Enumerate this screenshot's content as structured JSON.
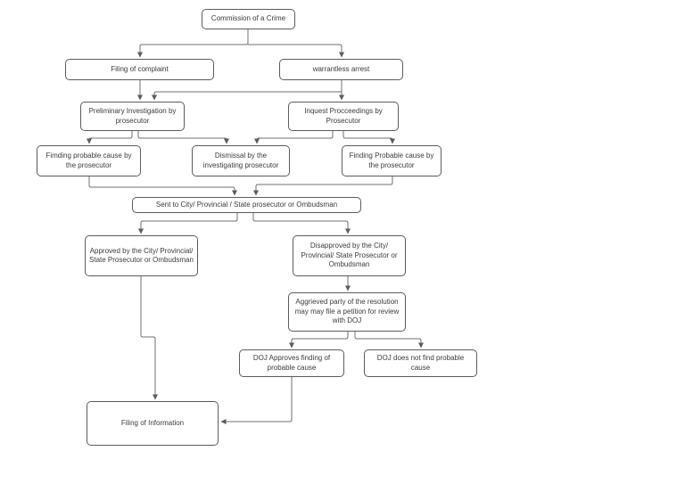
{
  "diagram": {
    "type": "flowchart",
    "subject": "criminal complaint / prosecution process",
    "colors": {
      "background": "#ffffff",
      "node_fill": "#ffffff",
      "node_border": "#5b5c5e",
      "connector": "#707070",
      "text": "#3b3b3b"
    },
    "nodes": {
      "commission": {
        "label": "Commission of a Crime"
      },
      "filing_complaint": {
        "label": "Filing of complaint"
      },
      "warrantless_arrest": {
        "label": "warrantless arrest"
      },
      "preliminary_investigation": {
        "label": "Preliminary Investigation by prosecutor"
      },
      "inquest_proceedings": {
        "label": "Inquest Procceedings by Prosecutor"
      },
      "finding_probable_cause_left": {
        "label": "Fimding probable cause by the prosecutor"
      },
      "dismissal": {
        "label": "Dismissal by the investigating prosecutor"
      },
      "finding_probable_cause_right": {
        "label": "Finding Probable cause by the prosecutor"
      },
      "sent_to_prosecutor": {
        "label": "Sent to City/ Provincial / State prosecutor or Ombudsman"
      },
      "approved": {
        "label": "Approved by the City/ Provincial/ State Prosecutor or Ombudsman"
      },
      "disapproved": {
        "label": "Disapproved by the City/ Provincial/ State Prosecutor or Ombudsman"
      },
      "aggrieved_party": {
        "label": "Aggrieved party of the resolution  may may file a petition for review with DOJ"
      },
      "doj_approves": {
        "label": "DOJ Approves finding of probable cause"
      },
      "doj_not_find": {
        "label": "DOJ does not find probable cause"
      },
      "filing_information": {
        "label": "Filing of Information"
      }
    },
    "edges": [
      {
        "from": "commission",
        "to": "filing_complaint"
      },
      {
        "from": "commission",
        "to": "warrantless_arrest"
      },
      {
        "from": "filing_complaint",
        "to": "preliminary_investigation"
      },
      {
        "from": "warrantless_arrest",
        "to": "preliminary_investigation"
      },
      {
        "from": "warrantless_arrest",
        "to": "inquest_proceedings"
      },
      {
        "from": "preliminary_investigation",
        "to": "finding_probable_cause_left"
      },
      {
        "from": "preliminary_investigation",
        "to": "dismissal"
      },
      {
        "from": "inquest_proceedings",
        "to": "dismissal"
      },
      {
        "from": "inquest_proceedings",
        "to": "finding_probable_cause_right"
      },
      {
        "from": "finding_probable_cause_left",
        "to": "sent_to_prosecutor"
      },
      {
        "from": "finding_probable_cause_right",
        "to": "sent_to_prosecutor"
      },
      {
        "from": "sent_to_prosecutor",
        "to": "approved"
      },
      {
        "from": "sent_to_prosecutor",
        "to": "disapproved"
      },
      {
        "from": "disapproved",
        "to": "aggrieved_party"
      },
      {
        "from": "aggrieved_party",
        "to": "doj_approves"
      },
      {
        "from": "aggrieved_party",
        "to": "doj_not_find"
      },
      {
        "from": "approved",
        "to": "filing_information"
      },
      {
        "from": "doj_approves",
        "to": "filing_information"
      }
    ]
  }
}
